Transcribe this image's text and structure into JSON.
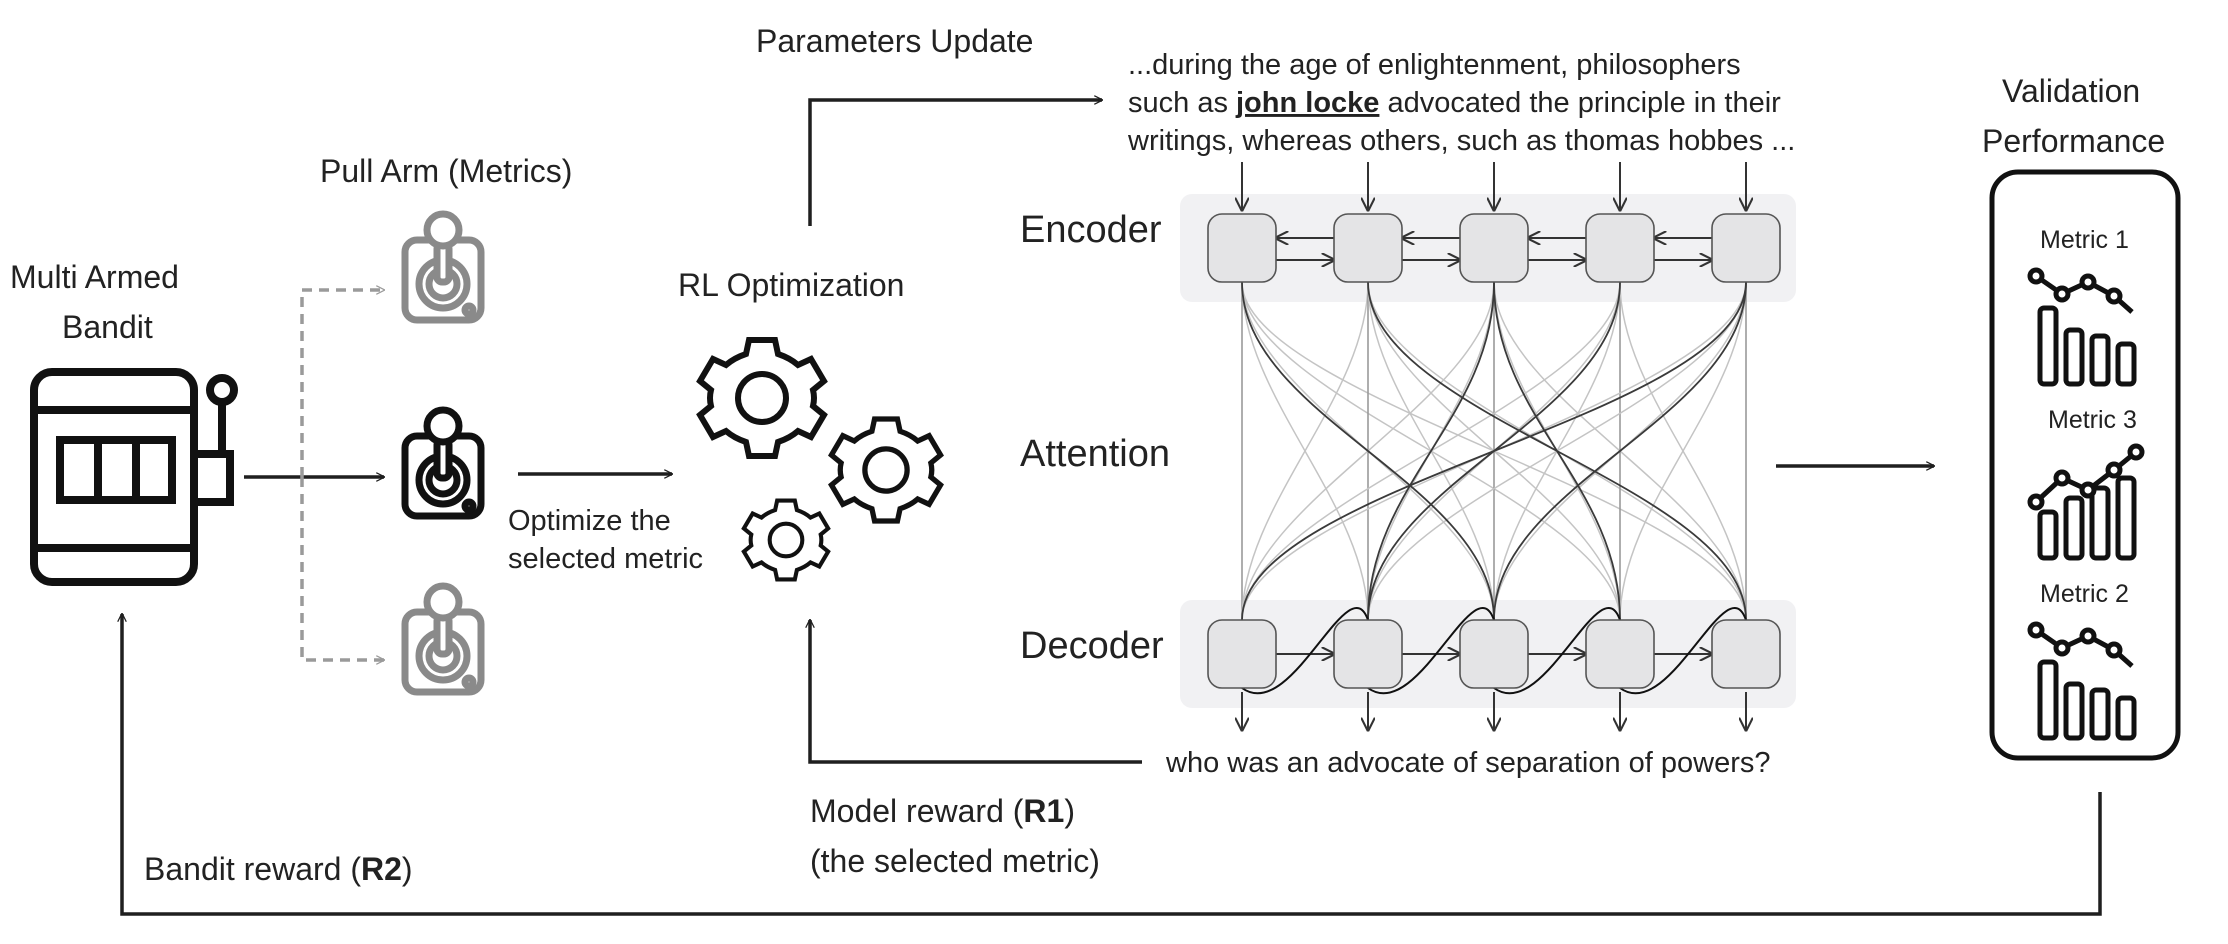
{
  "bandit": {
    "title_line1": "Multi Armed",
    "title_line2": "Bandit"
  },
  "pull_arm": {
    "title": "Pull Arm (Metrics)"
  },
  "optimize_note": {
    "line1": "Optimize the",
    "line2": "selected metric"
  },
  "rl": {
    "title": "RL Optimization"
  },
  "params_update": {
    "title": "Parameters Update"
  },
  "input_text": {
    "line1": "...during the age of enlightenment, philosophers",
    "line2_prefix": "such as ",
    "line2_answer": "john locke",
    "line2_suffix": " advocated the principle in their",
    "line3": "writings, whereas others, such as thomas hobbes ..."
  },
  "model": {
    "encoder_label": "Encoder",
    "attention_label": "Attention",
    "decoder_label": "Decoder"
  },
  "output_text": "who was an advocate of separation of powers?",
  "model_reward": {
    "line1_prefix": "Model reward (",
    "line1_bold": "R1",
    "line1_suffix": ")",
    "line2": "(the selected metric)"
  },
  "bandit_reward": {
    "prefix": "Bandit reward (",
    "bold": "R2",
    "suffix": ")"
  },
  "validation": {
    "title_line1": "Validation",
    "title_line2": "Performance",
    "metrics": [
      "Metric 1",
      "Metric 3",
      "Metric 2"
    ]
  },
  "icons": [
    "slot-machine-icon",
    "joystick-icon",
    "gears-icon",
    "bar-line-chart-icon"
  ]
}
